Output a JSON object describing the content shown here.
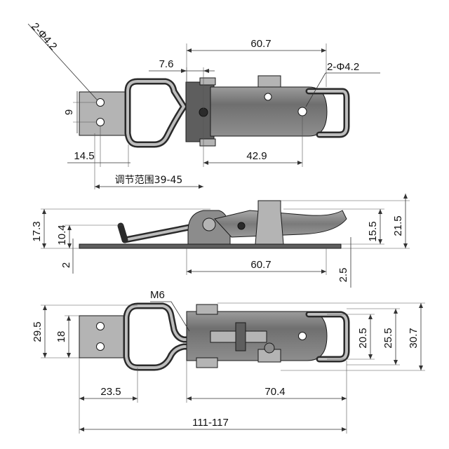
{
  "top_view": {
    "hole_spec_left": "2-Φ4.2",
    "hole_spec_right": "2-Φ4.2",
    "dim_60_7": "60.7",
    "dim_7_6": "7.6",
    "dim_9": "9",
    "dim_14_5": "14.5",
    "dim_42_9": "42.9",
    "adjust_range": "调节范围39-45"
  },
  "side_view": {
    "dim_17_3": "17.3",
    "dim_10_4": "10.4",
    "dim_2": "2",
    "dim_60_7": "60.7",
    "dim_15_5": "15.5",
    "dim_21_5": "21.5",
    "dim_2_5": "2.5"
  },
  "front_view": {
    "thread": "M6",
    "dim_29_5": "29.5",
    "dim_18": "18",
    "dim_23_5": "23.5",
    "dim_70_4": "70.4",
    "dim_20_5": "20.5",
    "dim_25_5": "25.5",
    "dim_30_7": "30.7",
    "overall_length": "111-117"
  }
}
